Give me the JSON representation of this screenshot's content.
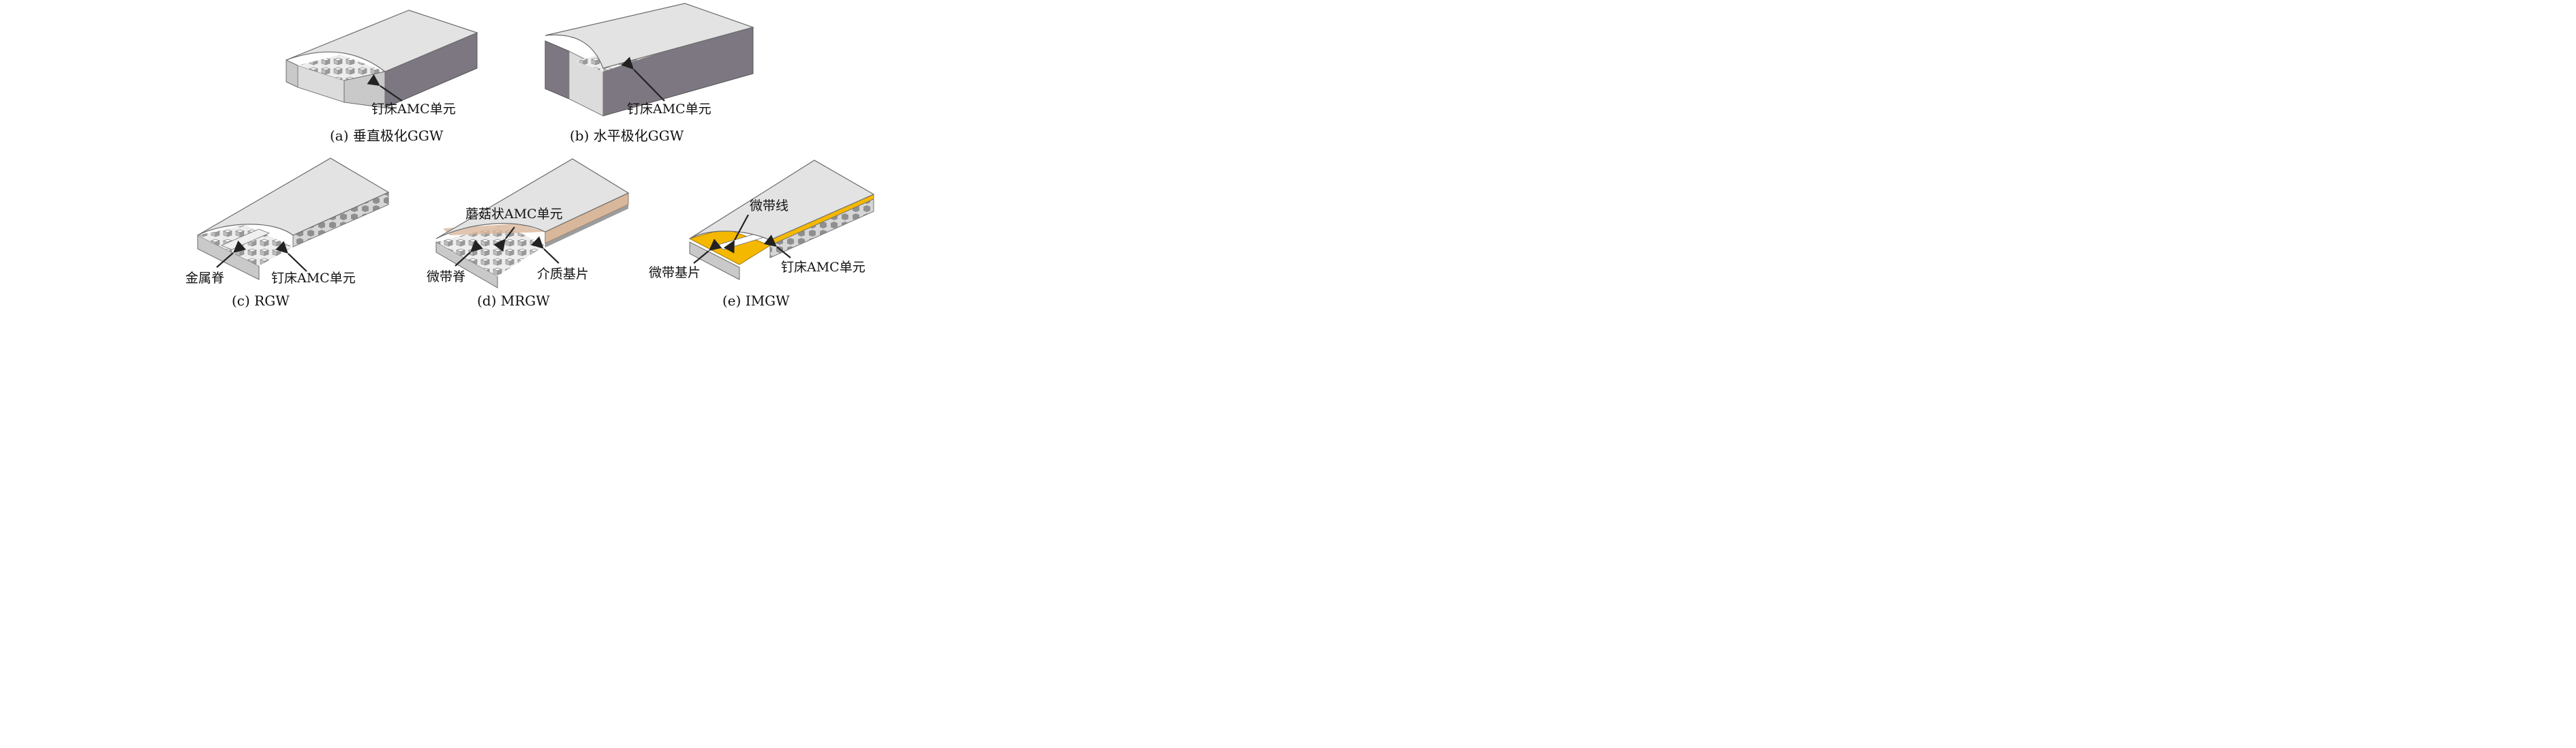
{
  "panels": {
    "a": {
      "caption": "(a) 垂直极化GGW",
      "labels": [
        "钉床AMC单元"
      ]
    },
    "b": {
      "caption": "(b) 水平极化GGW",
      "labels": [
        "钉床AMC单元"
      ]
    },
    "c": {
      "caption": "(c) RGW",
      "labels": [
        "金属脊",
        "钉床AMC单元"
      ]
    },
    "d": {
      "caption": "(d) MRGW",
      "labels": [
        "蘑菇状AMC单元",
        "微带脊",
        "介质基片"
      ]
    },
    "e": {
      "caption": "(e) IMGW",
      "labels": [
        "微带线",
        "微带基片",
        "钉床AMC单元"
      ]
    }
  },
  "colors": {
    "metal_top": "#e3e3e3",
    "metal_side_purple": "#7d7782",
    "substrate_tan": "#d9b79b",
    "substrate_yellow": "#f5b800"
  }
}
